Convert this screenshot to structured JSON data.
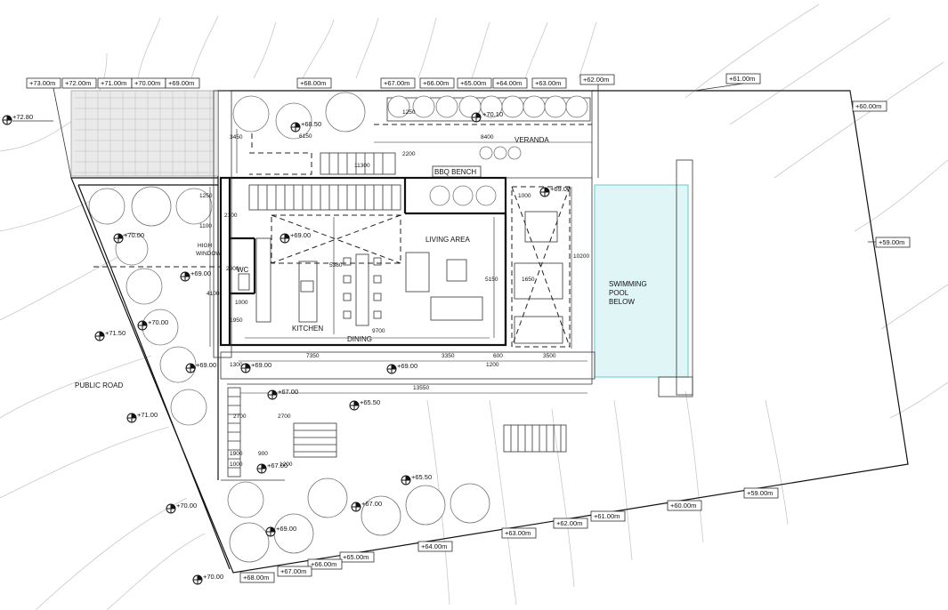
{
  "levels": {
    "top": [
      "+73.00m",
      "+72.00m",
      "+71.00m",
      "+70.00m",
      "+69.00m",
      "+68.00m",
      "+67.00m",
      "+66.00m",
      "+65.00m",
      "+64.00m",
      "+63.00m",
      "+62.00m",
      "+61.00m"
    ],
    "right": [
      "+60.00m",
      "+59.00m"
    ],
    "bottom": [
      "+59.00m",
      "+60.00m",
      "+61.00m",
      "+62.00m",
      "+63.00m",
      "+64.00m",
      "+65.00m",
      "+66.00m",
      "+67.00m",
      "+68.00m"
    ]
  },
  "spot_levels": [
    "+72.80",
    "+70.00",
    "+69.00",
    "+70.00",
    "+71.50",
    "+69.00",
    "+71.00",
    "+70.00",
    "+70.00",
    "+68.50",
    "+70.10",
    "+69.00",
    "+69.00",
    "+69.00",
    "+69.00",
    "+67.00",
    "+65.50",
    "+65.50",
    "+67.00",
    "+67.00",
    "+69.00"
  ],
  "rooms": {
    "veranda": "VERANDA",
    "bbq": "BBQ BENCH",
    "living": "LIVING AREA",
    "wc": "WC",
    "kitchen": "KITCHEN",
    "dining": "DINING",
    "pool": [
      "SWIMMING",
      "POOL",
      "BELOW"
    ],
    "road": "PUBLIC ROAD",
    "window": [
      "HIGH",
      "WINDOW"
    ]
  },
  "dimensions": [
    "3450",
    "6150",
    "8400",
    "2200",
    "11300",
    "1250",
    "2100",
    "1100",
    "1250",
    "4100",
    "1950",
    "1000",
    "2000",
    "5380",
    "5150",
    "10200",
    "1650",
    "9700",
    "7350",
    "3350",
    "600",
    "3500",
    "1200",
    "1300",
    "13550",
    "1900",
    "2700",
    "2700",
    "900",
    "1000",
    "1200",
    "1000"
  ]
}
